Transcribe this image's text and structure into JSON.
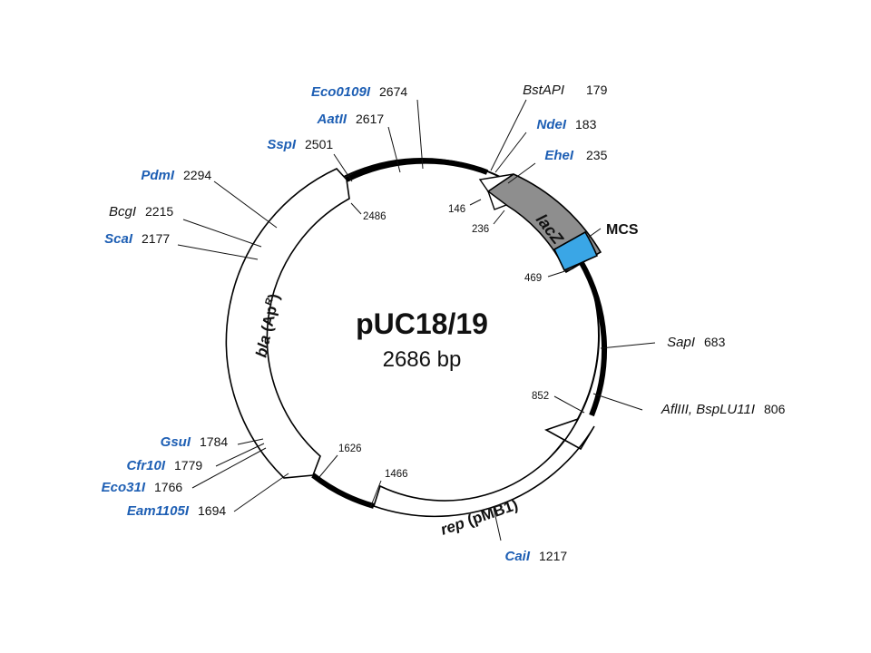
{
  "plasmid": {
    "name": "pUC18/19",
    "size": "2686 bp"
  },
  "features": {
    "bla": {
      "label_main": "bla",
      "label_paren": "(Ap",
      "label_sup": "R",
      "label_close": ")"
    },
    "rep": {
      "label_main": "rep",
      "label_paren": "(pMB1)"
    },
    "lacz": {
      "label": "lacZ"
    },
    "mcs": {
      "label": "MCS"
    }
  },
  "restriction_sites": [
    {
      "name": "Eco0109I",
      "position": "2674",
      "color": "#1e5fb4"
    },
    {
      "name": "AatII",
      "position": "2617",
      "color": "#1e5fb4"
    },
    {
      "name": "SspI",
      "position": "2501",
      "color": "#1e5fb4"
    },
    {
      "name": "PdmI",
      "position": "2294",
      "color": "#1e5fb4"
    },
    {
      "name": "BcgI",
      "position": "2215",
      "color": "#111111"
    },
    {
      "name": "ScaI",
      "position": "2177",
      "color": "#1e5fb4"
    },
    {
      "name": "GsuI",
      "position": "1784",
      "color": "#1e5fb4"
    },
    {
      "name": "Cfr10I",
      "position": "1779",
      "color": "#1e5fb4"
    },
    {
      "name": "Eco31I",
      "position": "1766",
      "color": "#1e5fb4"
    },
    {
      "name": "Eam1105I",
      "position": "1694",
      "color": "#1e5fb4"
    },
    {
      "name": "BstAPI",
      "position": "179",
      "color": "#111111"
    },
    {
      "name": "NdeI",
      "position": "183",
      "color": "#1e5fb4"
    },
    {
      "name": "EheI",
      "position": "235",
      "color": "#1e5fb4"
    },
    {
      "name": "SapI",
      "position": "683",
      "color": "#111111"
    },
    {
      "name": "AflIII, BspLU11I",
      "position": "806",
      "color": "#111111"
    },
    {
      "name": "CaiI",
      "position": "1217",
      "color": "#1e5fb4"
    }
  ],
  "coordinates": [
    "146",
    "236",
    "469",
    "852",
    "1466",
    "1626",
    "2486"
  ],
  "colors": {
    "lacz": "#8e8e8e",
    "mcs": "#3aa6e6",
    "backbone": "#000000",
    "enzyme_blue": "#1e5fb4"
  }
}
